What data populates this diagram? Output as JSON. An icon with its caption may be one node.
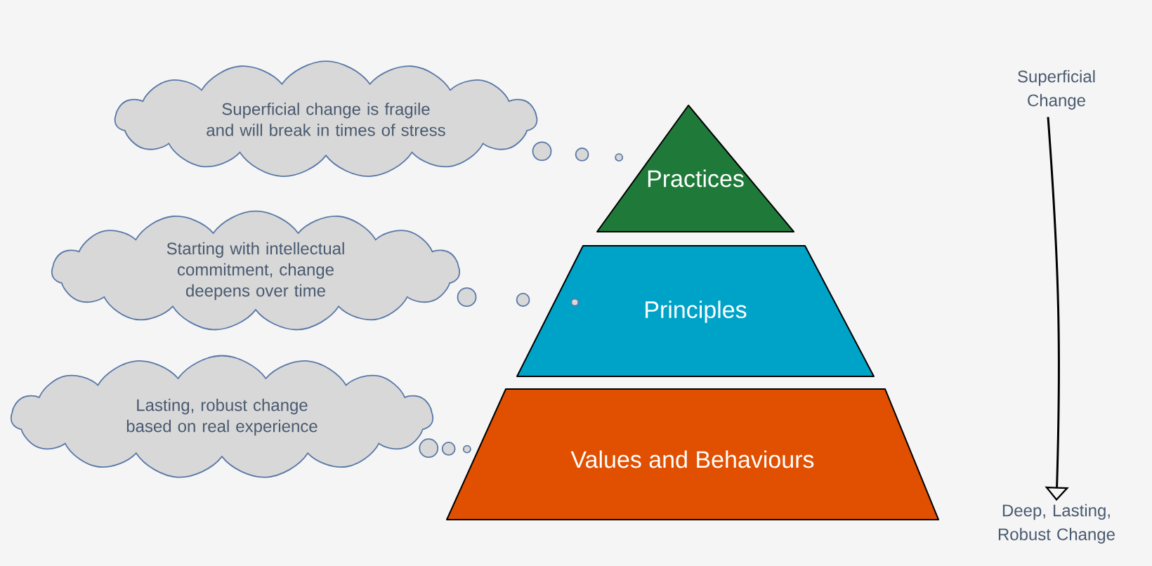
{
  "diagram": {
    "nodes": [
      {
        "text": [
          "Superficial change is fragile and will break in times of stress"
        ]
      },
      {
        "text": [
          "Starting with intellectual commitment, change deepens over time"
        ]
      },
      {
        "text": [
          "Lasting, robust change based on real experience"
        ]
      },
      {
        "text": [
          "Practices"
        ]
      },
      {
        "text": [
          "Principles"
        ]
      },
      {
        "text": [
          "Values and Behaviours"
        ]
      },
      {
        "text": [
          "Superficial Change"
        ]
      },
      {
        "text": [
          "Deep, Lasting, Robust Change"
        ]
      }
    ],
    "edges": [
      {
        "from": 0,
        "to": 3,
        "arrow": "none"
      },
      {
        "from": 1,
        "to": 4,
        "arrow": "none"
      },
      {
        "from": 2,
        "to": 5,
        "arrow": "none"
      },
      {
        "from": 6,
        "to": 7,
        "arrow": "to"
      }
    ]
  }
}
